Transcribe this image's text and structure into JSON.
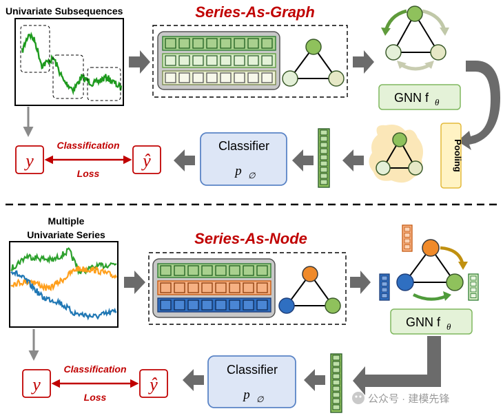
{
  "top": {
    "subseq_title": "Univariate Subsequences",
    "title": "Series-As-Graph",
    "gnn_label": "GNN f",
    "gnn_sub": "θ",
    "pooling_label": "Pooling",
    "classifier_label": "Classifier",
    "classifier_p": "p",
    "classifier_sub": "∅",
    "y_label": "y",
    "yhat_label": "ŷ",
    "classification_label": "Classification",
    "loss_label": "Loss"
  },
  "bottom": {
    "series_title_1": "Multiple",
    "series_title_2": "Univariate Series",
    "title": "Series-As-Node",
    "gnn_label": "GNN f",
    "gnn_sub": "θ",
    "classifier_label": "Classifier",
    "classifier_p": "p",
    "classifier_sub": "∅",
    "y_label": "y",
    "yhat_label": "ŷ",
    "classification_label": "Classification",
    "loss_label": "Loss"
  },
  "watermark": "公众号 · 建模先锋",
  "colors": {
    "title_red": "#c00000",
    "dark_green": "#2e7d32",
    "green_node": "#8fc15c",
    "light_green": "#d7ecc4",
    "orange": "#f08a2a",
    "blue": "#2f6fc1",
    "line_green": "#2ca02c",
    "line_orange": "#ff9f1c",
    "line_blue": "#1f77b4",
    "arrow_gray": "#6b6b6b",
    "classifier_fill": "#dde6f6",
    "classifier_stroke": "#5a84c6",
    "gnn_fill": "#e4f2d8",
    "pooling_fill": "#fff3c4"
  }
}
